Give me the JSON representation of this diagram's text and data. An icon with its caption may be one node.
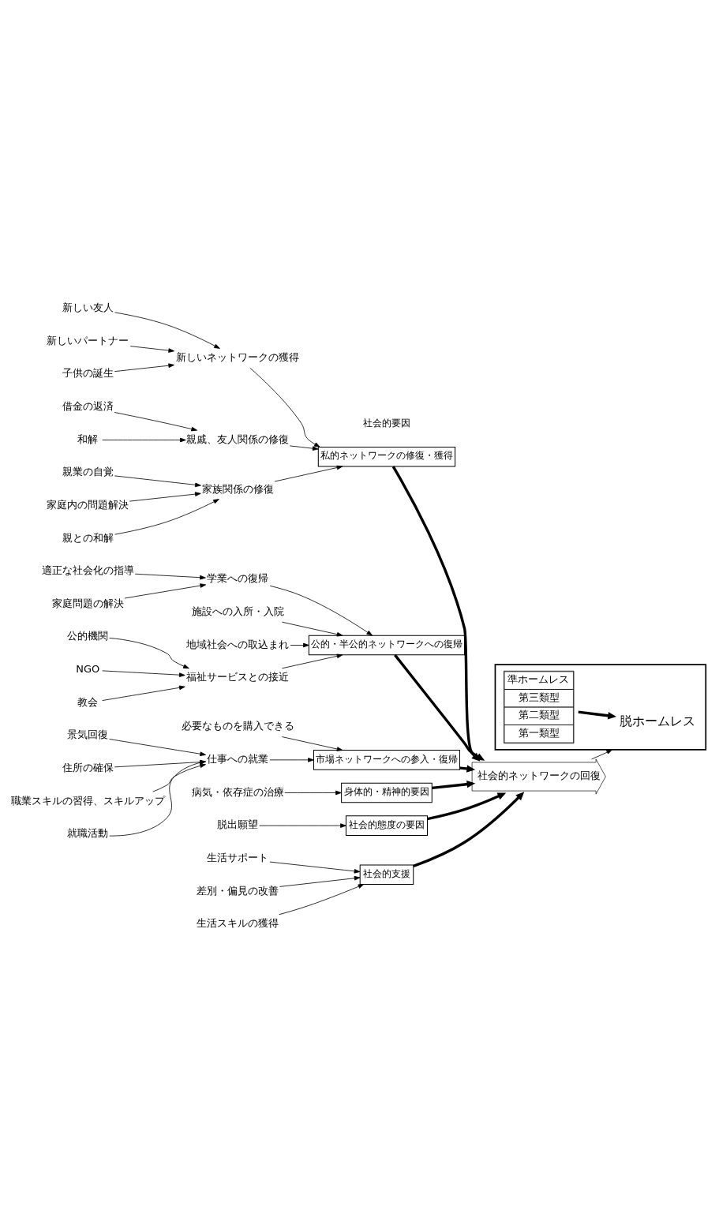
{
  "diagram": {
    "nodes": [
      {
        "text": [],
        "shape": "box"
      },
      {
        "text": [
          "脱ホームレス"
        ],
        "in": 0
      },
      {
        "text": [
          "準ホームレス",
          "第三類型",
          "第二類型",
          "第一類型"
        ],
        "in": 0
      },
      {
        "text": [
          "社会的ネットワークの回復"
        ]
      },
      {
        "text": [
          "私的ネットワークの修復・獲得"
        ]
      },
      {
        "text": [
          "公的・半公的ネットワークへの復帰"
        ]
      },
      {
        "text": [
          "市場ネットワークへの参入・復帰"
        ]
      },
      {
        "text": [
          "身体的・精神的要因"
        ]
      },
      {
        "text": [
          "社会的態度の要因"
        ]
      },
      {
        "text": [
          "社会的支援"
        ]
      },
      {
        "text": [
          "新しいネットワークの獲得"
        ]
      },
      {
        "text": [
          "新しい友人"
        ]
      },
      {
        "text": [
          "新しいパートナー"
        ]
      },
      {
        "text": [
          "子供の誕生"
        ]
      },
      {
        "text": [
          "親戚、友人関係の修復"
        ]
      },
      {
        "text": [
          "借金の返済"
        ]
      },
      {
        "text": [
          "和解"
        ]
      },
      {
        "text": [
          "家族関係の修復"
        ]
      },
      {
        "text": [
          "親業の自覚"
        ]
      },
      {
        "text": [
          "家庭内の問題解決"
        ]
      },
      {
        "text": [
          "親との和解"
        ]
      },
      {
        "text": [
          "学業への復帰"
        ]
      },
      {
        "text": [
          "適正な社会化の指導"
        ]
      },
      {
        "text": [
          "家庭問題の解決"
        ]
      },
      {
        "text": [
          "施設への入所・入院"
        ]
      },
      {
        "text": [
          "地域社会への取込まれ"
        ]
      },
      {
        "text": [
          "福祉サービスとの接近"
        ]
      },
      {
        "text": [
          "公的機関"
        ]
      },
      {
        "text": [
          "NGO"
        ]
      },
      {
        "text": [
          "教会"
        ]
      },
      {
        "text": [
          "必要なものを購入できる"
        ]
      },
      {
        "text": [
          "仕事への就業"
        ]
      },
      {
        "text": [
          "景気回復"
        ]
      },
      {
        "text": [
          "住所の確保"
        ]
      },
      {
        "text": [
          "職業スキルの習得、スキルアップ"
        ]
      },
      {
        "text": [
          "就職活動"
        ]
      },
      {
        "text": [
          "病気・依存症の治療"
        ]
      },
      {
        "text": [
          "脱出願望"
        ]
      },
      {
        "text": [
          "生活サポート"
        ]
      },
      {
        "text": [
          "差別・偏見の改善"
        ]
      },
      {
        "text": [
          "生活スキルの獲得"
        ]
      }
    ],
    "edges": [
      {
        "from": 2,
        "to": 1,
        "arrow": "to",
        "style": "thick"
      },
      {
        "from": 3,
        "to": 0,
        "arrow": "to"
      },
      {
        "from": 4,
        "to": 3,
        "arrow": "to",
        "style": "thick"
      },
      {
        "from": 5,
        "to": 3,
        "arrow": "to",
        "style": "thick"
      },
      {
        "from": 6,
        "to": 3,
        "arrow": "to",
        "style": "thick"
      },
      {
        "from": 7,
        "to": 3,
        "arrow": "to",
        "style": "thick"
      },
      {
        "from": 8,
        "to": 3,
        "arrow": "to",
        "style": "thick"
      },
      {
        "from": 9,
        "to": 3,
        "arrow": "to",
        "style": "thick"
      },
      {
        "from": 10,
        "to": 4,
        "arrow": "to"
      },
      {
        "from": 11,
        "to": 10,
        "arrow": "to"
      },
      {
        "from": 12,
        "to": 10,
        "arrow": "to"
      },
      {
        "from": 13,
        "to": 10,
        "arrow": "to"
      },
      {
        "from": 14,
        "to": 4,
        "arrow": "to"
      },
      {
        "from": 15,
        "to": 14,
        "arrow": "to"
      },
      {
        "from": 16,
        "to": 14,
        "arrow": "to"
      },
      {
        "from": 17,
        "to": 4,
        "arrow": "to"
      },
      {
        "from": 18,
        "to": 17,
        "arrow": "to"
      },
      {
        "from": 19,
        "to": 17,
        "arrow": "to"
      },
      {
        "from": 20,
        "to": 17,
        "arrow": "to"
      },
      {
        "from": 21,
        "to": 5,
        "arrow": "to"
      },
      {
        "from": 22,
        "to": 21,
        "arrow": "to"
      },
      {
        "from": 23,
        "to": 21,
        "arrow": "to"
      },
      {
        "from": 24,
        "to": 5,
        "arrow": "to"
      },
      {
        "from": 25,
        "to": 5,
        "arrow": "to"
      },
      {
        "from": 26,
        "to": 5,
        "arrow": "to"
      },
      {
        "from": 27,
        "to": 26,
        "arrow": "to"
      },
      {
        "from": 28,
        "to": 26,
        "arrow": "to"
      },
      {
        "from": 29,
        "to": 26,
        "arrow": "to"
      },
      {
        "from": 30,
        "to": 6,
        "arrow": "to"
      },
      {
        "from": 31,
        "to": 6,
        "arrow": "to"
      },
      {
        "from": 32,
        "to": 31,
        "arrow": "to"
      },
      {
        "from": 33,
        "to": 31,
        "arrow": "to"
      },
      {
        "from": 34,
        "to": 31,
        "arrow": "to"
      },
      {
        "from": 35,
        "to": 31,
        "arrow": "to"
      },
      {
        "from": 36,
        "to": 7,
        "arrow": "to"
      },
      {
        "from": 37,
        "to": 8,
        "arrow": "to"
      },
      {
        "from": 38,
        "to": 9,
        "arrow": "to"
      },
      {
        "from": 39,
        "to": 9,
        "arrow": "to"
      },
      {
        "from": 40,
        "to": 9,
        "arrow": "to"
      }
    ],
    "labels": [
      "社会的要因"
    ]
  }
}
